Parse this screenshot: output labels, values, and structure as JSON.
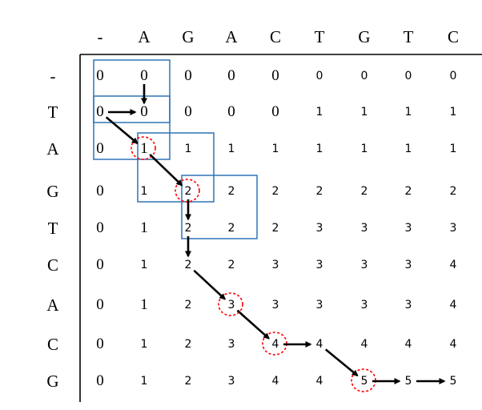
{
  "colors": {
    "box": "#2e75b6",
    "circle": "#ff0000",
    "arrow": "#000000",
    "axis": "#000000"
  },
  "col_headers": [
    "-",
    "A",
    "G",
    "A",
    "C",
    "T",
    "G",
    "T",
    "C"
  ],
  "row_headers": [
    "-",
    "T",
    "A",
    "G",
    "T",
    "C",
    "A",
    "C",
    "G"
  ],
  "matrix": [
    [
      "0",
      "0",
      "0",
      "0",
      "0",
      "0",
      "0",
      "0",
      "0"
    ],
    [
      "0",
      "0",
      "0",
      "0",
      "0",
      "1",
      "1",
      "1",
      "1"
    ],
    [
      "0",
      "1",
      "1",
      "1",
      "1",
      "1",
      "1",
      "1",
      "1"
    ],
    [
      "0",
      "1",
      "2",
      "2",
      "2",
      "2",
      "2",
      "2",
      "2"
    ],
    [
      "0",
      "1",
      "2",
      "2",
      "2",
      "3",
      "3",
      "3",
      "3"
    ],
    [
      "0",
      "1",
      "2",
      "2",
      "3",
      "3",
      "3",
      "3",
      "4"
    ],
    [
      "0",
      "1",
      "2",
      "3",
      "3",
      "3",
      "3",
      "3",
      "4"
    ],
    [
      "0",
      "1",
      "2",
      "3",
      "4",
      "4",
      "4",
      "4",
      "4"
    ],
    [
      "0",
      "1",
      "2",
      "3",
      "4",
      "4",
      "5",
      "5",
      "5"
    ]
  ],
  "traceback": {
    "circled_cells": [
      [
        2,
        1
      ],
      [
        3,
        2
      ],
      [
        6,
        3
      ],
      [
        7,
        4
      ],
      [
        8,
        6
      ]
    ],
    "window_boxes": [
      [
        0,
        0
      ],
      [
        1,
        0
      ],
      [
        2,
        1
      ],
      [
        3,
        2
      ]
    ],
    "arrows": [
      {
        "from": [
          0,
          1
        ],
        "to": [
          1,
          1
        ]
      },
      {
        "from": [
          1,
          0
        ],
        "to": [
          1,
          1
        ]
      },
      {
        "from": [
          1,
          0
        ],
        "to": [
          2,
          1
        ]
      },
      {
        "from": [
          2,
          1
        ],
        "to": [
          3,
          2
        ]
      },
      {
        "from": [
          3,
          2
        ],
        "to": [
          4,
          2
        ]
      },
      {
        "from": [
          4,
          2
        ],
        "to": [
          5,
          2
        ]
      },
      {
        "from": [
          5,
          2
        ],
        "to": [
          6,
          3
        ]
      },
      {
        "from": [
          6,
          3
        ],
        "to": [
          7,
          4
        ]
      },
      {
        "from": [
          7,
          4
        ],
        "to": [
          7,
          5
        ]
      },
      {
        "from": [
          7,
          5
        ],
        "to": [
          8,
          6
        ]
      },
      {
        "from": [
          8,
          6
        ],
        "to": [
          8,
          7
        ]
      },
      {
        "from": [
          8,
          7
        ],
        "to": [
          8,
          8
        ]
      }
    ]
  }
}
